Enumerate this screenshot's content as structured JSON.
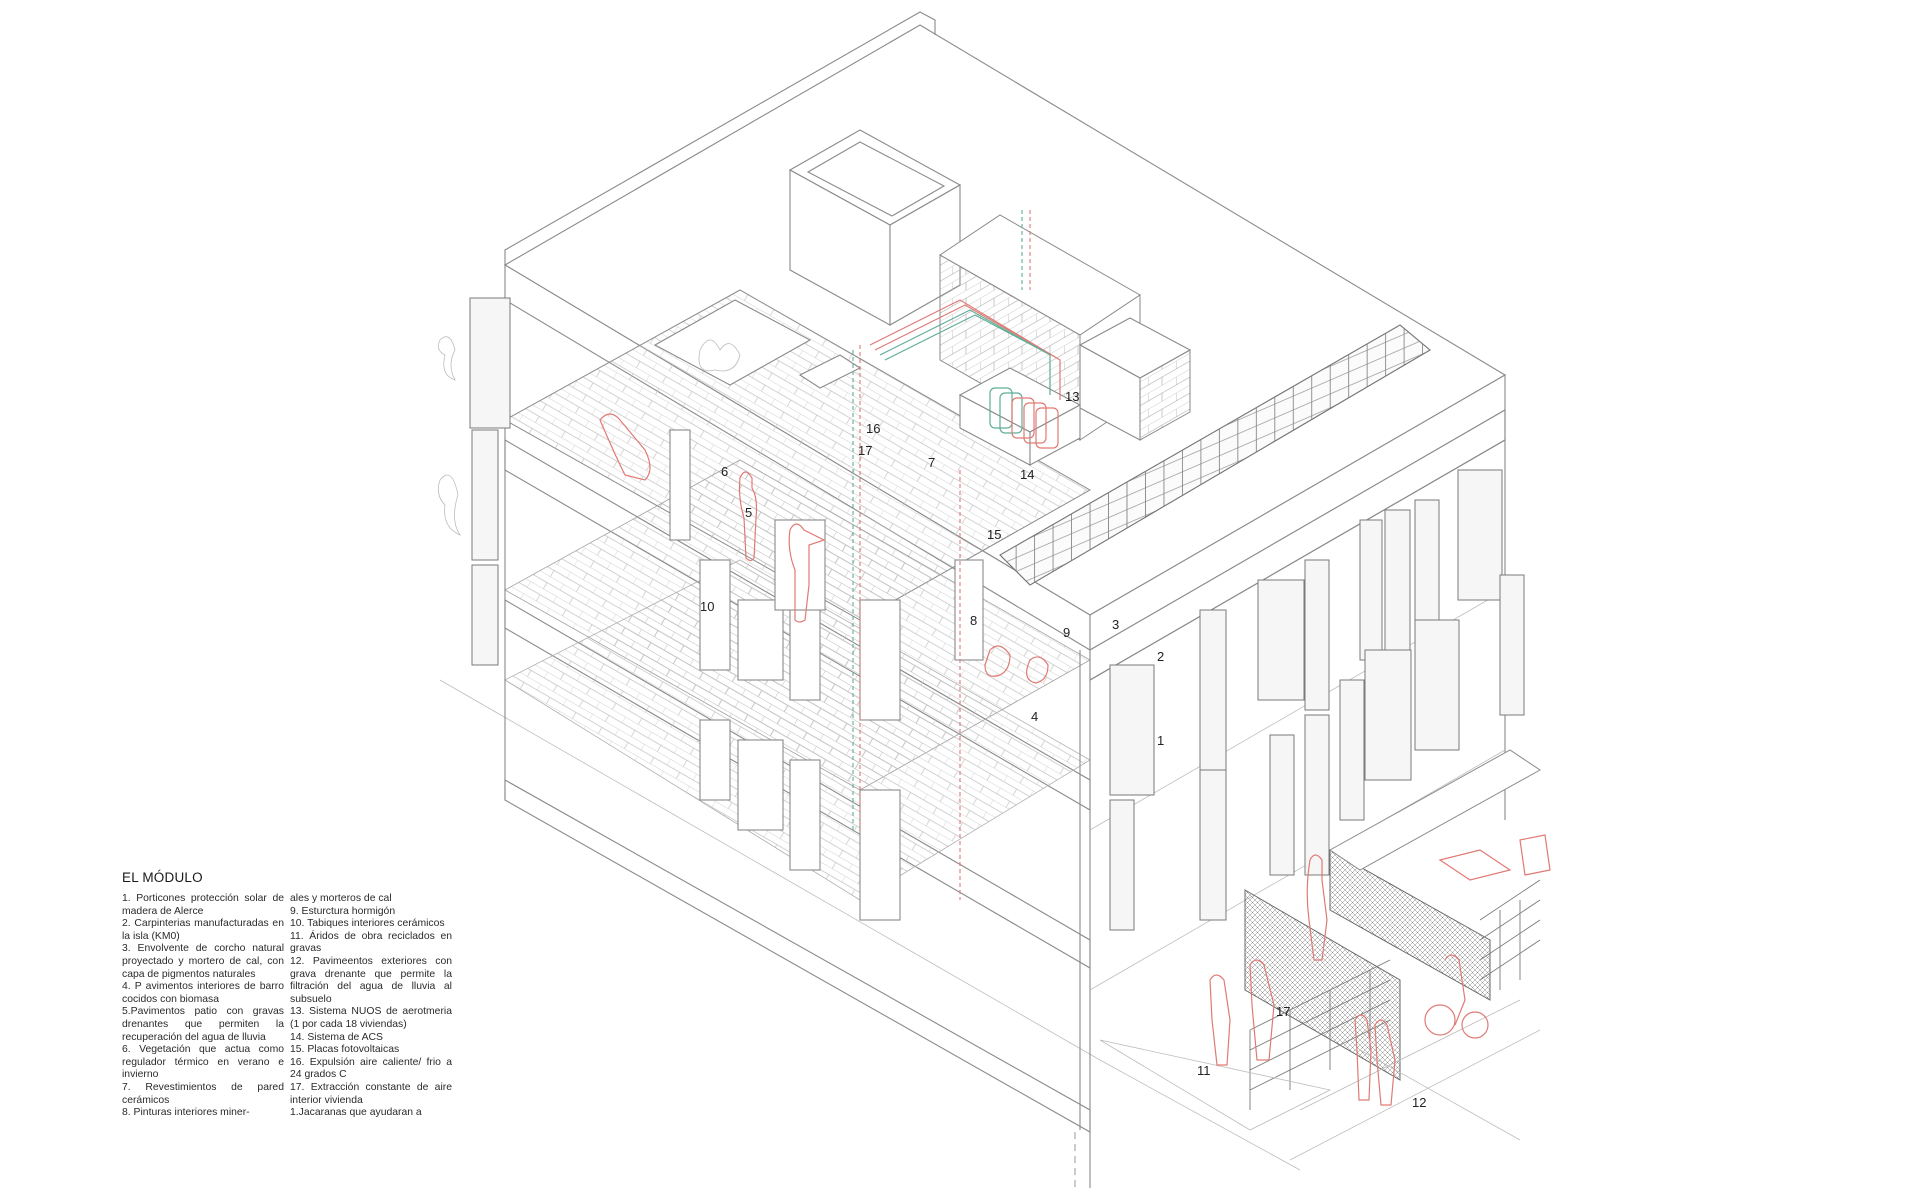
{
  "legend": {
    "title": "EL MÓDULO",
    "column_left": [
      "1. Porticones protección solar de madera de Alerce",
      "2. Carpinterias manufacturadas en la isla (KM0)",
      "3. Envolvente de corcho natural proyectado y mortero de cal, con capa de pigmentos naturales",
      "4. P avimentos interiores de barro cocidos con biomasa",
      "5.Pavimentos patio con gravas drenantes que permiten la recuperación del agua de lluvia",
      "6. Vegetación que actua como regulador térmico en verano e invierno",
      "7. Revestimientos de pared cerámicos",
      "8. Pinturas interiores miner-"
    ],
    "column_right": [
      "ales y morteros de cal",
      "9. Esturctura hormigón",
      "10. Tabiques interiores cerámicos",
      "11. Áridos de obra reciclados en gravas",
      "12. Pavimeentos exteriores con grava drenante que permite la filtración del agua de lluvia al subsuelo",
      "13. Sistema NUOS de aerotmeria (1 por cada 18 viviendas)",
      "14. Sistema de ACS",
      "15. Placas fotovoltaicas",
      "16. Expulsión aire caliente/ frio a 24 grados C",
      "17. Extracción constante de aire interior vivienda",
      "1.Jacaranas que ayudaran a"
    ]
  },
  "callouts": [
    {
      "id": "1",
      "label": "1"
    },
    {
      "id": "2",
      "label": "2"
    },
    {
      "id": "3",
      "label": "3"
    },
    {
      "id": "4",
      "label": "4"
    },
    {
      "id": "5",
      "label": "5"
    },
    {
      "id": "6",
      "label": "6"
    },
    {
      "id": "7",
      "label": "7"
    },
    {
      "id": "8",
      "label": "8"
    },
    {
      "id": "9",
      "label": "9"
    },
    {
      "id": "10",
      "label": "10"
    },
    {
      "id": "11",
      "label": "11"
    },
    {
      "id": "12",
      "label": "12"
    },
    {
      "id": "13",
      "label": "13"
    },
    {
      "id": "14",
      "label": "14"
    },
    {
      "id": "15",
      "label": "15"
    },
    {
      "id": "16",
      "label": "16"
    },
    {
      "id": "17a",
      "label": "17"
    },
    {
      "id": "17b",
      "label": "17"
    }
  ],
  "colors": {
    "line": "#8a8a8a",
    "people_and_hot_pipes": "#e07a74",
    "cold_pipes": "#5fae98",
    "background": "#ffffff"
  }
}
